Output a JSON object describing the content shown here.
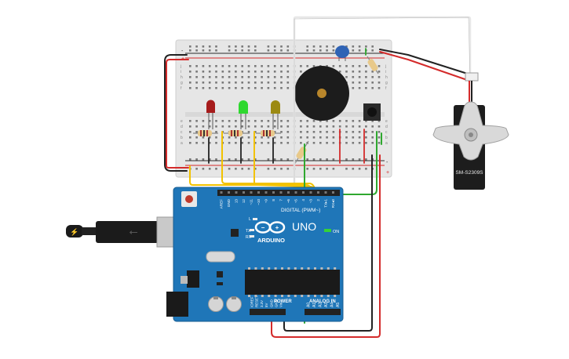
{
  "board": {
    "brand": "ARDUINO",
    "model": "UNO",
    "digital_label": "DIGITAL (PWM~)",
    "power_label": "POWER",
    "analog_label": "ANALOG IN",
    "on_label": "ON",
    "l_label": "L",
    "tx_label": "TX",
    "rx_label": "RX",
    "digital_pins": [
      "AREF",
      "GND",
      "13",
      "12",
      "~11",
      "~10",
      "~9",
      "8",
      "7",
      "~6",
      "~5",
      "4",
      "~3",
      "2",
      "TX▸1",
      "RX◂0"
    ],
    "power_pins": [
      "IOREF",
      "RESET",
      "3.3V",
      "5V",
      "GND",
      "GND",
      "Vin"
    ],
    "analog_pins": [
      "A0",
      "A1",
      "A2",
      "A3",
      "A4",
      "A5"
    ]
  },
  "servo": {
    "label": "SM-S2309S"
  },
  "breadboard": {
    "row_letters": [
      "j",
      "i",
      "h",
      "g",
      "f",
      "e",
      "d",
      "c",
      "b",
      "a"
    ],
    "rail_plus": "+",
    "rail_minus": "-"
  },
  "colors": {
    "wire_red": "#d42b2b",
    "wire_black": "#222222",
    "wire_yellow": "#f2c200",
    "wire_green": "#2fa82f",
    "board_blue": "#1f76b8",
    "led_red": "#a61c1c",
    "led_green": "#2fd82f",
    "led_yellow": "#9c8a12"
  },
  "icons": [
    "usb-cable-icon",
    "arduino-logo-icon",
    "buzzer-icon",
    "pushbutton-icon",
    "servo-icon",
    "led-icon",
    "resistor-icon",
    "potentiometer-icon"
  ]
}
